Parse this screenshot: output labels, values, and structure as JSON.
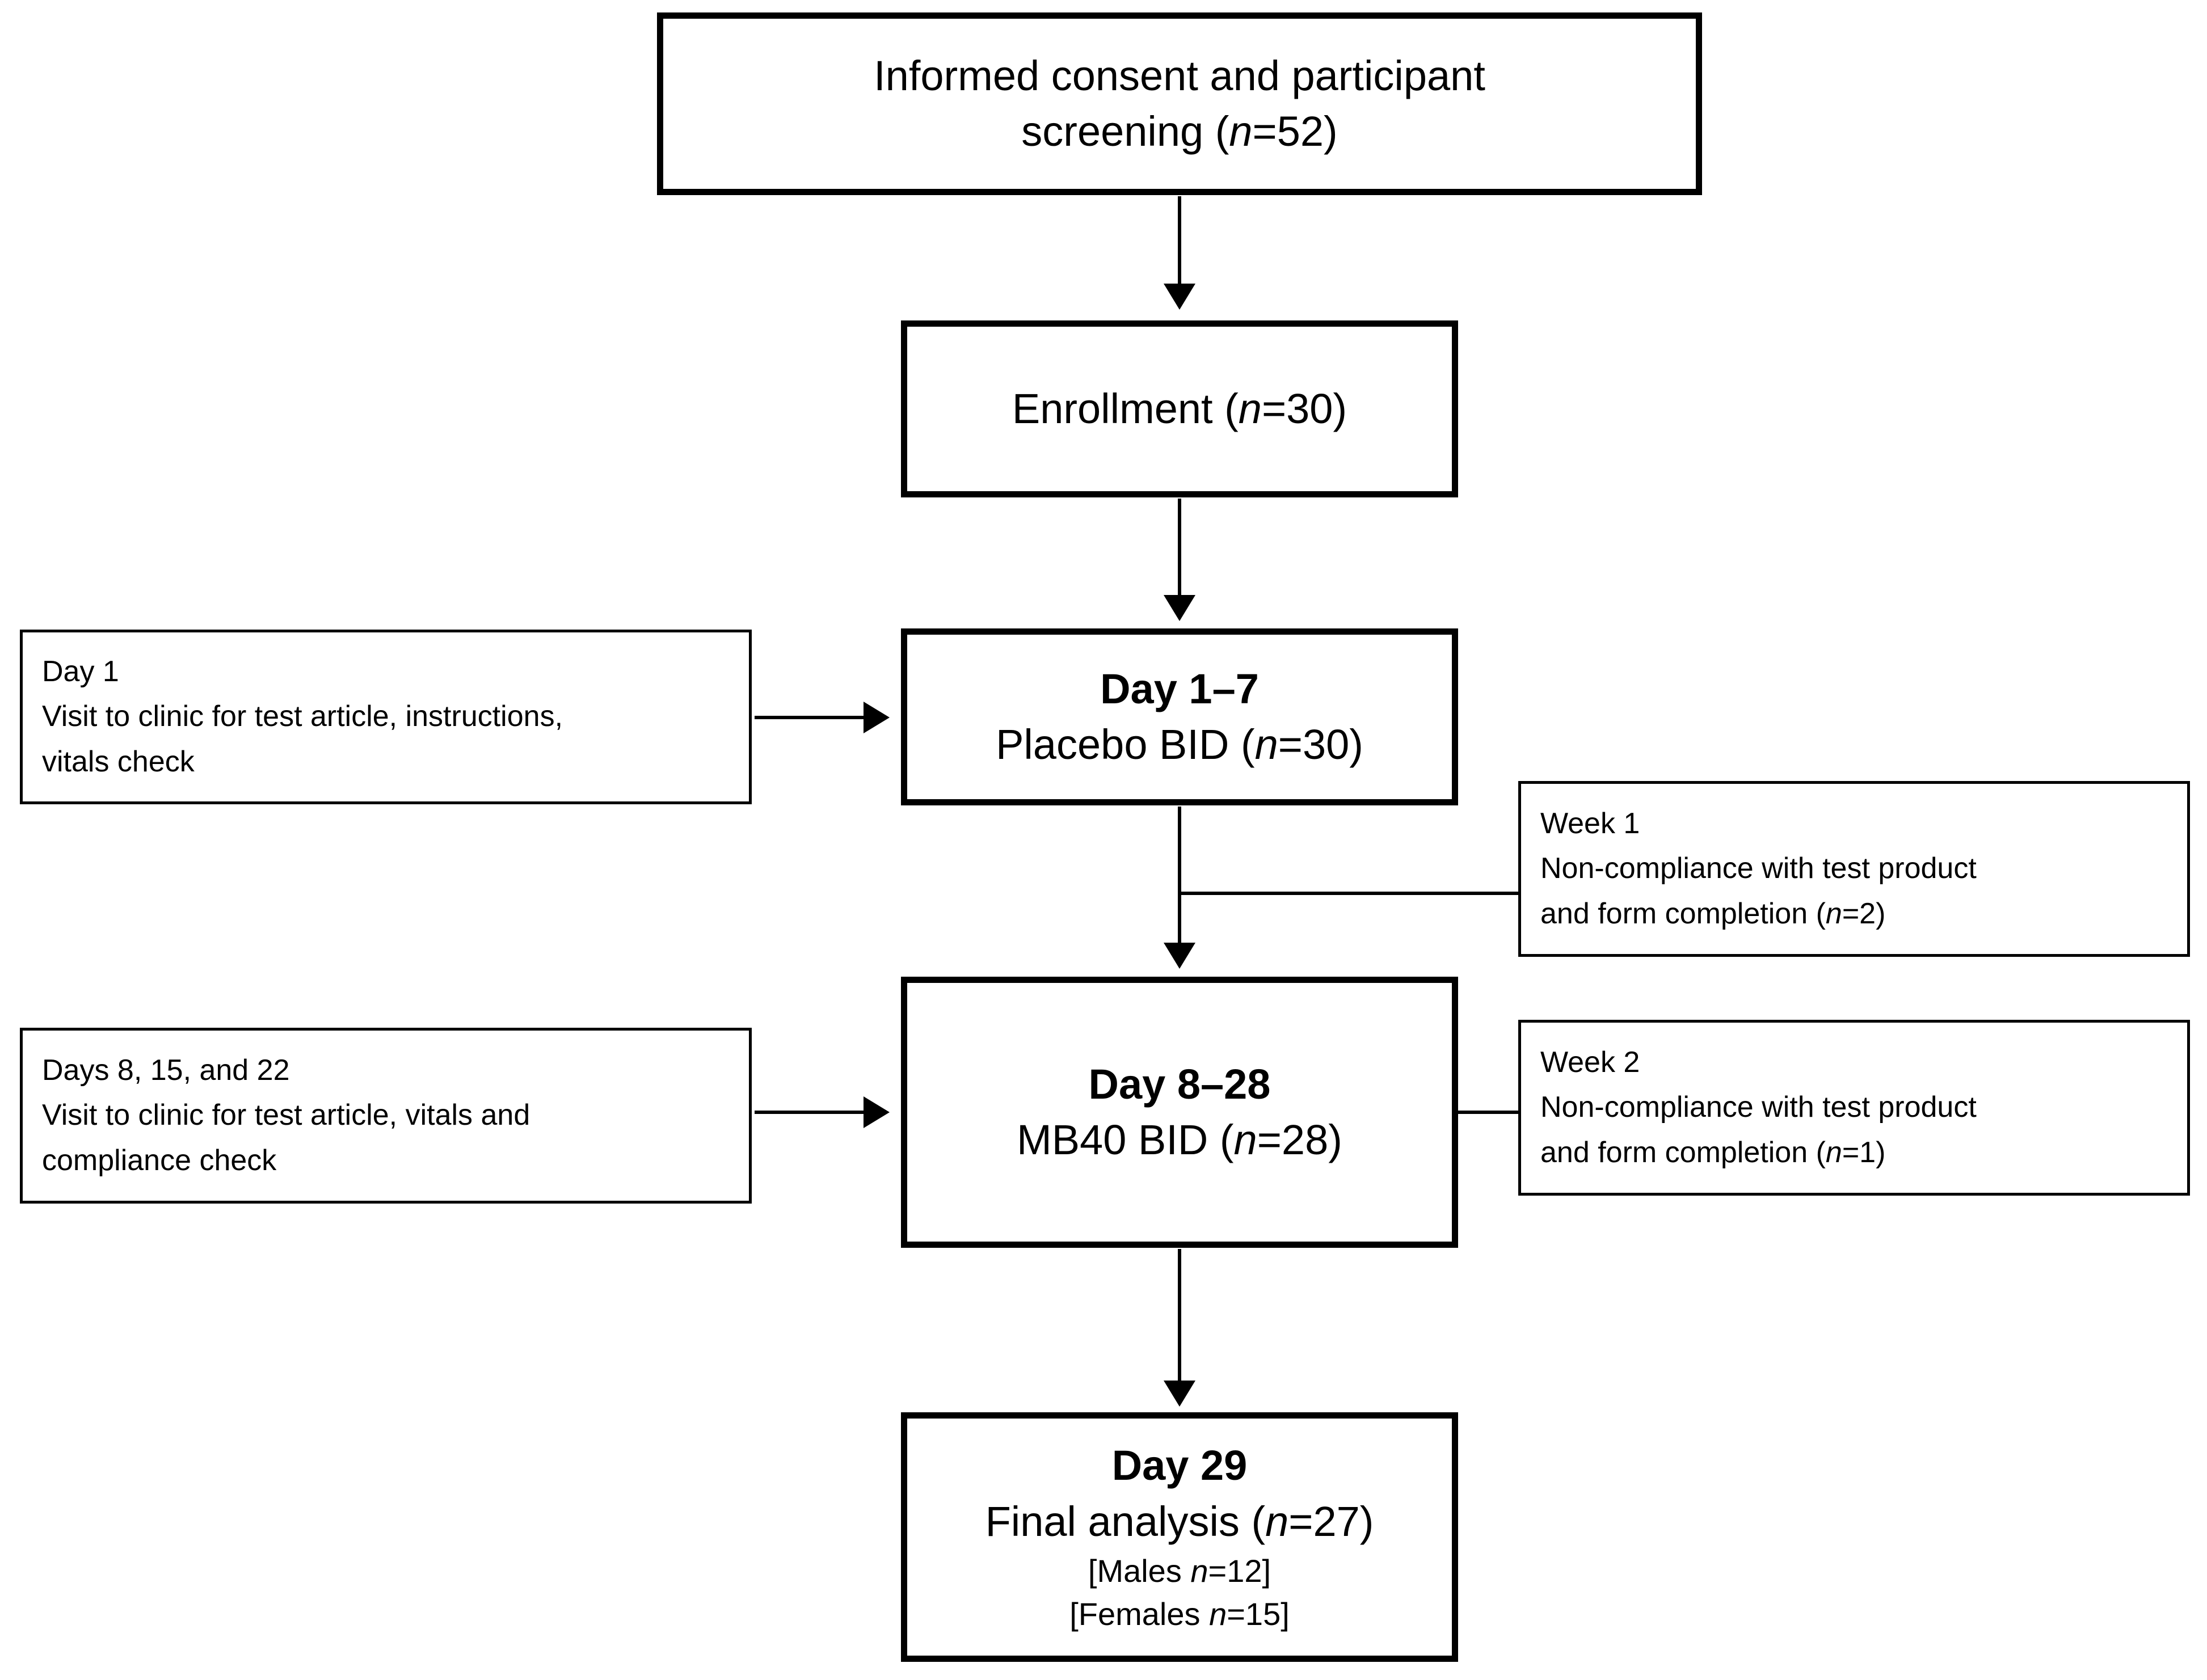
{
  "diagram": {
    "title": "Clinical study participant flow diagram",
    "accent_color": "#000000",
    "background_color": "#ffffff"
  },
  "nodes": {
    "screening": {
      "line1": "Informed consent and participant",
      "line2": "screening (",
      "italic_n": "n",
      "line2b": "=52)"
    },
    "enrollment": {
      "label": "Enrollment (",
      "italic_n": "n",
      "label_end": "=30)"
    },
    "day1_7": {
      "heading": "Day 1–7",
      "label": "Placebo BID (",
      "italic_n": "n",
      "label_end": "=30)"
    },
    "day8_28": {
      "heading": "Day 8–28",
      "label": "MB40 BID (",
      "italic_n": "n",
      "label_end": "=28)"
    },
    "day29": {
      "heading": "Day 29",
      "label": "Final analysis (",
      "italic_n": "n",
      "label_end": "=27)",
      "males_pre": "[Males ",
      "males_n": "n",
      "males_end": "=12]",
      "females_pre": "[Females ",
      "females_n": "n",
      "females_end": "=15]"
    },
    "visit_day1": {
      "line1": "Day 1",
      "line2": "Visit to clinic for test article, instructions,",
      "line3": "vitals check"
    },
    "visit_days_8_15_22": {
      "line1": "Days 8, 15, and 22",
      "line2": "Visit to clinic for test article, vitals and",
      "line3": "compliance check"
    },
    "week1_dropout": {
      "line1": "Week 1",
      "line2": "Non-compliance with test product",
      "line3_pre": "and form completion (",
      "italic_n": "n",
      "line3_end": "=2)"
    },
    "week2_dropout": {
      "line1": "Week 2",
      "line2": "Non-compliance with test product",
      "line3_pre": "and form completion (",
      "italic_n": "n",
      "line3_end": "=1)"
    }
  },
  "connectors": {
    "screening_to_enrollment": "arrow-down",
    "enrollment_to_day1_7": "arrow-down",
    "day1_7_to_day8_28": "arrow-down",
    "day8_28_to_day29": "arrow-down",
    "visit_day1_to_day1_7": "arrow-right",
    "visit_days_to_day8_28": "arrow-right",
    "week1_to_trunk": "elbow-line",
    "day8_28_to_week2": "straight-line"
  }
}
